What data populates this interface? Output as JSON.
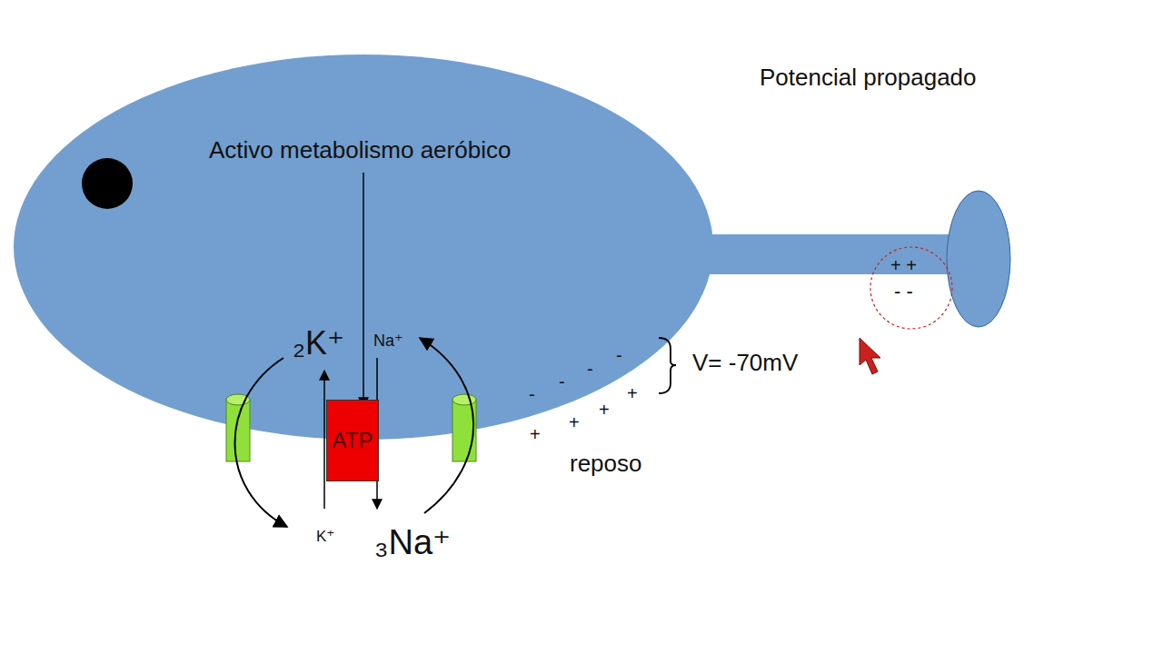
{
  "diagram": {
    "nodes": [
      {
        "text": [
          "ATP"
        ]
      }
    ],
    "labels": [
      "Potencial propagado",
      "Activo metabolismo aeróbico",
      "₂K⁺",
      "Na⁺",
      "K⁺",
      "₃Na⁺",
      "V= -70mV",
      "reposo",
      "+ +",
      "- -",
      "-",
      "-",
      "-",
      "-",
      "+",
      "+",
      "+",
      "+"
    ]
  }
}
